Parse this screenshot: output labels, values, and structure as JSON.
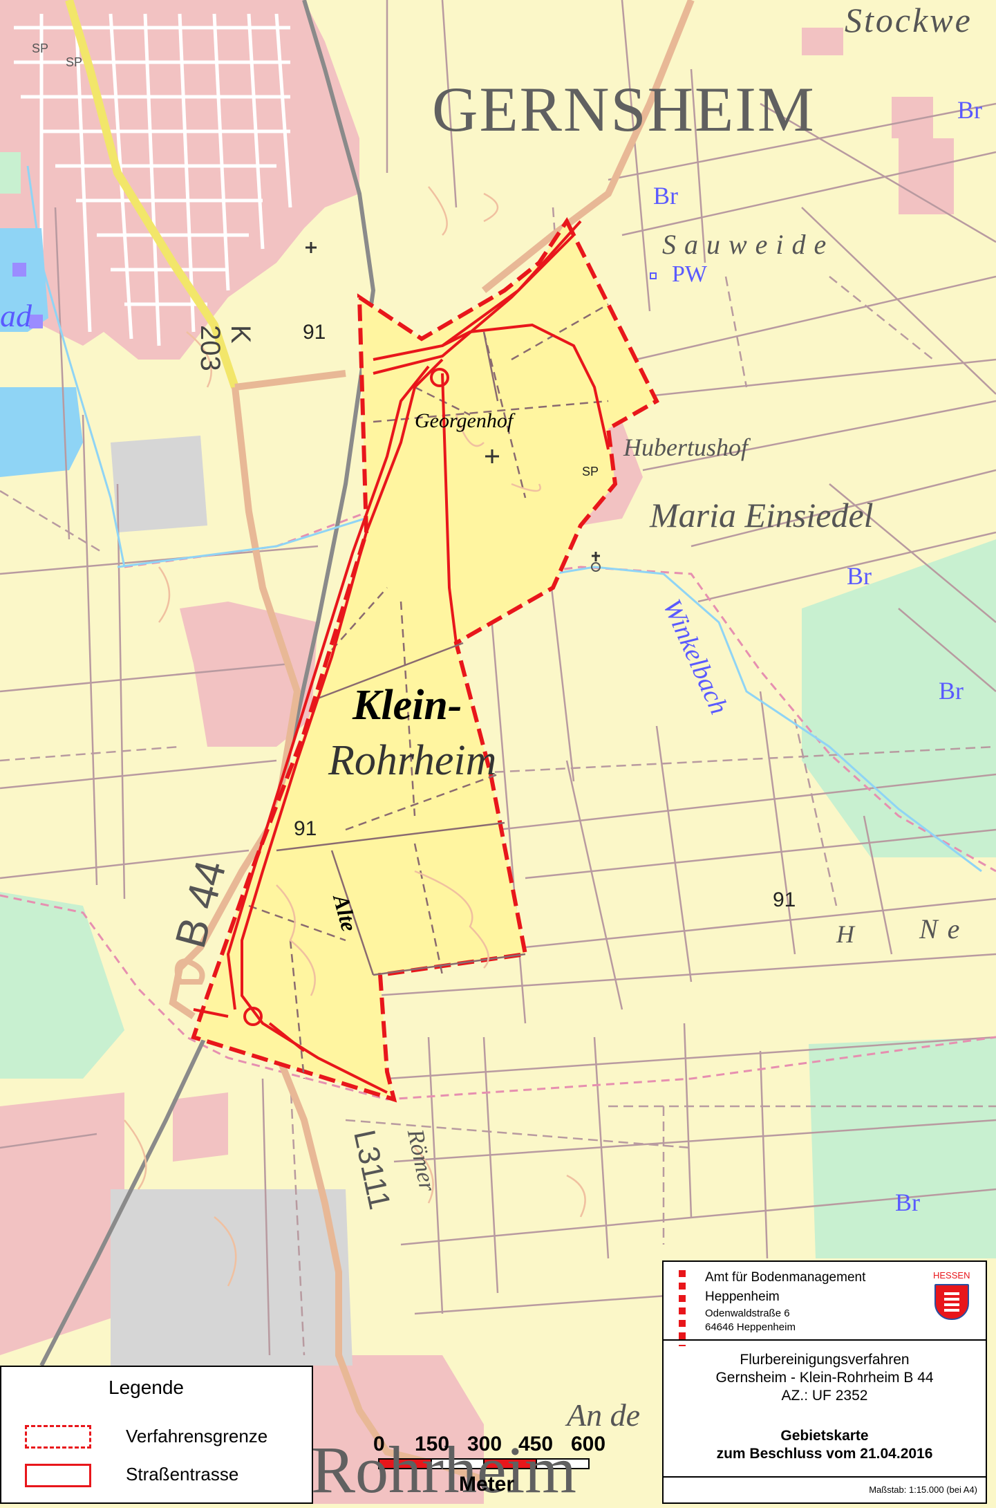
{
  "map": {
    "places": {
      "gernsheim": "GERNSHEIM",
      "stockwe": "Stockwe",
      "sauweide": "Sauweide",
      "georgenhof": "Georgenhof",
      "hubertushof": "Hubertushof",
      "maria_einsiedel": "Maria Einsiedel",
      "klein": "Klein-",
      "rohrheim": "Rohrheim",
      "alte": "Alte",
      "roemer": "Römer",
      "winkelbach": "Winkelbach",
      "an_de": "An de",
      "rohrheim_bottom": "Rohrheim",
      "h": "H",
      "ne": "Ne",
      "ad": "ad"
    },
    "roads": {
      "k203_k": "K",
      "k203_num": "203",
      "b44": "B 44",
      "l3111": "L3111"
    },
    "labels": {
      "n91_a": "91",
      "n91_b": "91",
      "n91_c": "91",
      "sp_a": "SP",
      "sp_b": "SP",
      "sp_c": "SP",
      "br_1": "Br",
      "br_2": "Br",
      "br_3": "Br",
      "br_4": "Br",
      "br_5": "Br",
      "pw": "PW"
    },
    "colors": {
      "background": "#fbf7c8",
      "settlement": "#f2c2c2",
      "forest": "#c8f0d0",
      "water": "#8fd4f5",
      "industrial": "#d6d6d6",
      "boundary": "#e8161b",
      "area_fill": "#fff5a0",
      "parcel_line": "#b89aa0",
      "railway": "#8a8a8a",
      "label_blue": "#5a5aff"
    }
  },
  "legend": {
    "title": "Legende",
    "items": [
      {
        "label": "Verfahrensgrenze",
        "symbol": "dashed-red-rect"
      },
      {
        "label": "Straßentrasse",
        "symbol": "solid-red-rect"
      }
    ]
  },
  "scale_bar": {
    "ticks": [
      "0",
      "150",
      "300",
      "450",
      "600"
    ],
    "unit": "Meter"
  },
  "info": {
    "office_line1": "Amt für Bodenmanagement",
    "office_line2": "Heppenheim",
    "street": "Odenwaldstraße 6",
    "city": "64646 Heppenheim",
    "state_label": "HESSEN",
    "procedure": "Flurbereinigungsverfahren",
    "project": "Gernsheim - Klein-Rohrheim B 44",
    "az": "AZ.: UF 2352",
    "map_type": "Gebietskarte",
    "decision": "zum Beschluss vom 21.04.2016",
    "scale": "Maßstab: 1:15.000 (bei A4)"
  }
}
